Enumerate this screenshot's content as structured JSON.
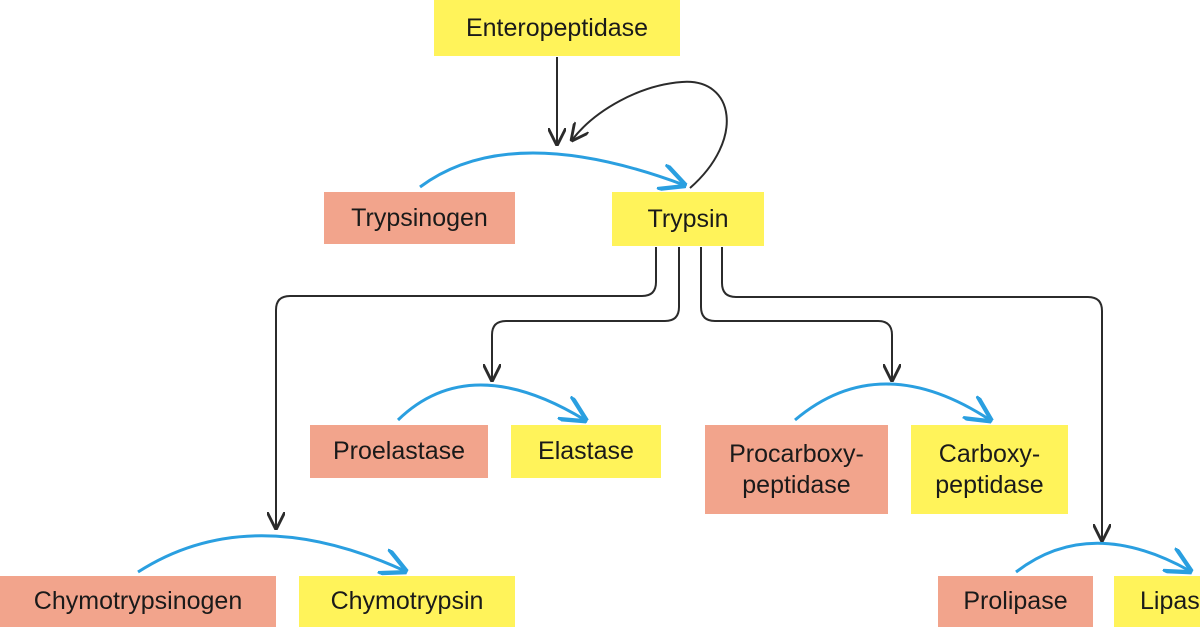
{
  "nodes": {
    "enteropeptidase": "Enteropeptidase",
    "trypsin": "Trypsin",
    "trypsinogen": "Trypsinogen",
    "proelastase": "Proelastase",
    "elastase": "Elastase",
    "procarboxypeptidase": "Procarboxy-\npeptidase",
    "carboxypeptidase": "Carboxy-\npeptidase",
    "chymotrypsinogen": "Chymotrypsinogen",
    "chymotrypsin": "Chymotrypsin",
    "prolipase": "Prolipase",
    "lipase": "Lipase"
  },
  "colors": {
    "active_enzyme": "#fff35a",
    "zymogen": "#f2a48c",
    "conversion_arrow": "#2a9fe0",
    "activation_arrow": "#2b2b2b"
  }
}
